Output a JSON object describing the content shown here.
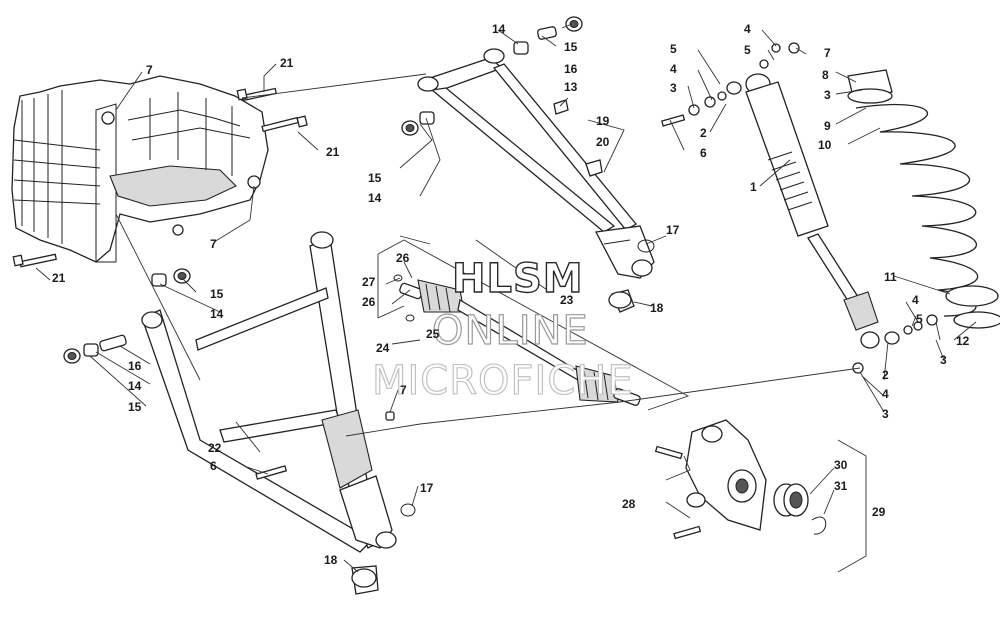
{
  "watermark": {
    "line1": "HLSM",
    "line2": "ONLINE",
    "line3": "MICROFICHE"
  },
  "callouts": [
    "1",
    "2",
    "3",
    "4",
    "5",
    "6",
    "7",
    "8",
    "9",
    "10",
    "11",
    "12",
    "13",
    "14",
    "15",
    "16",
    "17",
    "18",
    "19",
    "20",
    "21",
    "22",
    "23",
    "24",
    "25",
    "26",
    "27",
    "28",
    "29",
    "30",
    "31"
  ],
  "labels": [
    {
      "id": "l-14a",
      "text": "14"
    },
    {
      "id": "l-15a",
      "text": "15"
    },
    {
      "id": "l-16a",
      "text": "16"
    },
    {
      "id": "l-21a",
      "text": "21"
    },
    {
      "id": "l-7a",
      "text": "7"
    },
    {
      "id": "l-21b",
      "text": "21"
    },
    {
      "id": "l-7b",
      "text": "7"
    },
    {
      "id": "l-21c",
      "text": "21"
    },
    {
      "id": "l-13",
      "text": "13"
    },
    {
      "id": "l-19",
      "text": "19"
    },
    {
      "id": "l-20",
      "text": "20"
    },
    {
      "id": "l-15b",
      "text": "15"
    },
    {
      "id": "l-14b",
      "text": "14"
    },
    {
      "id": "l-17a",
      "text": "17"
    },
    {
      "id": "l-26a",
      "text": "26"
    },
    {
      "id": "l-27",
      "text": "27"
    },
    {
      "id": "l-26b",
      "text": "26"
    },
    {
      "id": "l-23",
      "text": "23"
    },
    {
      "id": "l-25",
      "text": "25"
    },
    {
      "id": "l-24",
      "text": "24"
    },
    {
      "id": "l-18a",
      "text": "18"
    },
    {
      "id": "l-15c",
      "text": "15"
    },
    {
      "id": "l-14c",
      "text": "14"
    },
    {
      "id": "l-16b",
      "text": "16"
    },
    {
      "id": "l-14d",
      "text": "14"
    },
    {
      "id": "l-15d",
      "text": "15"
    },
    {
      "id": "l-7c",
      "text": "7"
    },
    {
      "id": "l-22",
      "text": "22"
    },
    {
      "id": "l-6a",
      "text": "6"
    },
    {
      "id": "l-17b",
      "text": "17"
    },
    {
      "id": "l-18b",
      "text": "18"
    },
    {
      "id": "l-5a",
      "text": "5"
    },
    {
      "id": "l-4a",
      "text": "4"
    },
    {
      "id": "l-3a",
      "text": "3"
    },
    {
      "id": "l-6b",
      "text": "6"
    },
    {
      "id": "l-2a",
      "text": "2"
    },
    {
      "id": "l-4b",
      "text": "4"
    },
    {
      "id": "l-5b",
      "text": "5"
    },
    {
      "id": "l-7d",
      "text": "7"
    },
    {
      "id": "l-8",
      "text": "8"
    },
    {
      "id": "l-3b",
      "text": "3"
    },
    {
      "id": "l-9",
      "text": "9"
    },
    {
      "id": "l-10",
      "text": "10"
    },
    {
      "id": "l-1",
      "text": "1"
    },
    {
      "id": "l-11",
      "text": "11"
    },
    {
      "id": "l-4c",
      "text": "4"
    },
    {
      "id": "l-5c",
      "text": "5"
    },
    {
      "id": "l-12",
      "text": "12"
    },
    {
      "id": "l-3c",
      "text": "3"
    },
    {
      "id": "l-2b",
      "text": "2"
    },
    {
      "id": "l-4d",
      "text": "4"
    },
    {
      "id": "l-3d",
      "text": "3"
    },
    {
      "id": "l-28",
      "text": "28"
    },
    {
      "id": "l-30",
      "text": "30"
    },
    {
      "id": "l-31",
      "text": "31"
    },
    {
      "id": "l-29",
      "text": "29"
    }
  ]
}
